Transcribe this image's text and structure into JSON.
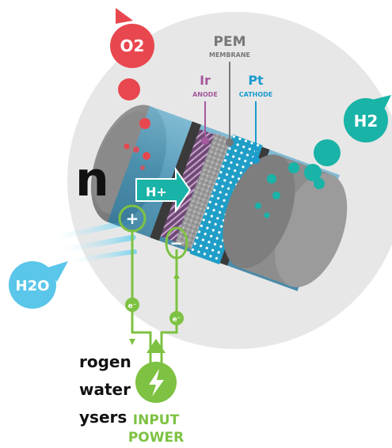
{
  "labels": {
    "o2": "O2",
    "pem": "PEM",
    "membrane": "MEMBRANE",
    "ir": "Ir",
    "anode": "ANODE",
    "pt": "Pt",
    "cathode": "CATHODE",
    "h2": "H2",
    "h_plus": "H+",
    "h2o": "H2O",
    "plus_sign": "+",
    "minus_sign": "−",
    "electron": "e⁻",
    "input": "INPUT",
    "power": "POWER"
  },
  "side_text": {
    "big_letter": "n",
    "line1": "rogen",
    "line2": "water",
    "line3": "ysers"
  },
  "colors": {
    "oxygen": "#e8474f",
    "hydrogen": "#19b3a8",
    "water": "#5ac6ea",
    "power": "#7dc242",
    "membrane_label": "#777777",
    "anode_label": "#a45a9c",
    "cathode_label": "#1b9bd0"
  },
  "icons": {
    "power": "lightning-bolt-icon"
  }
}
